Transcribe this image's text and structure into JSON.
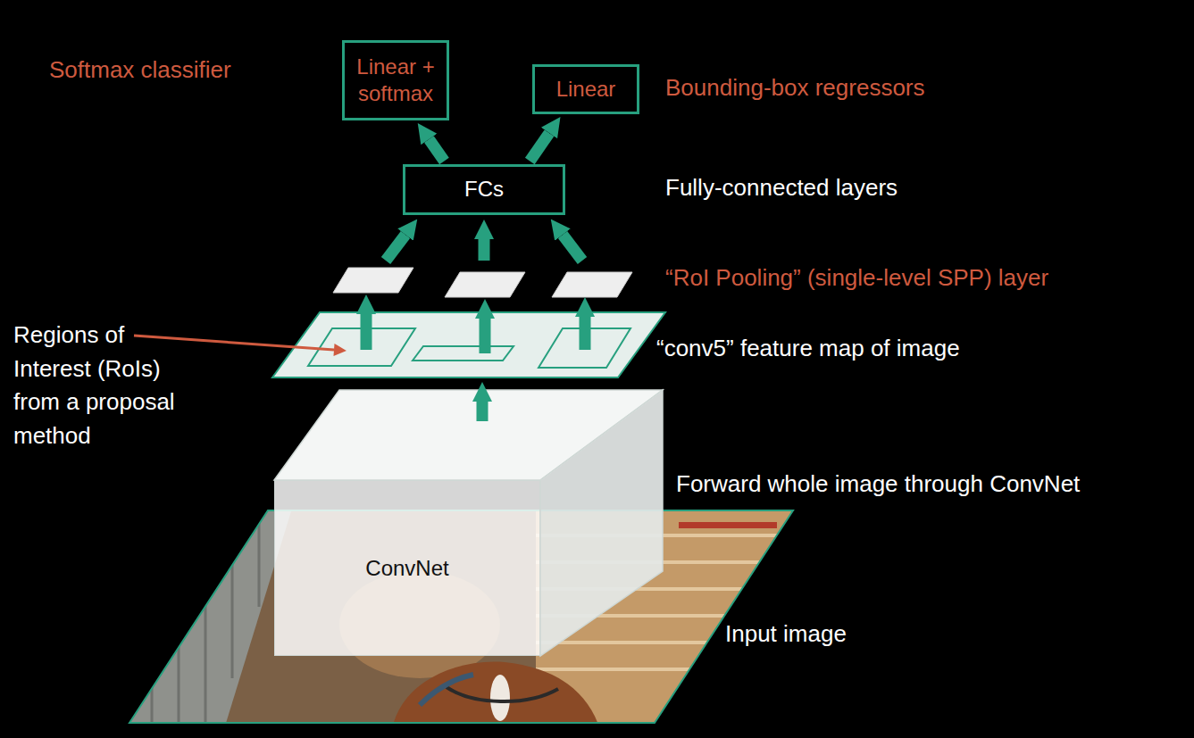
{
  "diagram": {
    "nodes": [
      {
        "text": [
          "Linear + softmax"
        ]
      },
      {
        "text": [
          "Linear"
        ]
      },
      {
        "text": [
          "FCs"
        ]
      },
      {
        "text": [
          "ConvNet"
        ]
      }
    ],
    "edges": [
      {
        "from": 2,
        "to": 0,
        "arrow": "to"
      },
      {
        "from": 2,
        "to": 1,
        "arrow": "to"
      }
    ],
    "labels": [
      "Softmax classifier",
      "Bounding-box regressors",
      "Fully-connected layers",
      "“RoI Pooling” (single-level SPP) layer",
      "“conv5” feature map of image",
      "Regions of Interest (RoIs) from a proposal method",
      "Forward whole image through ConvNet",
      "Input image"
    ]
  }
}
